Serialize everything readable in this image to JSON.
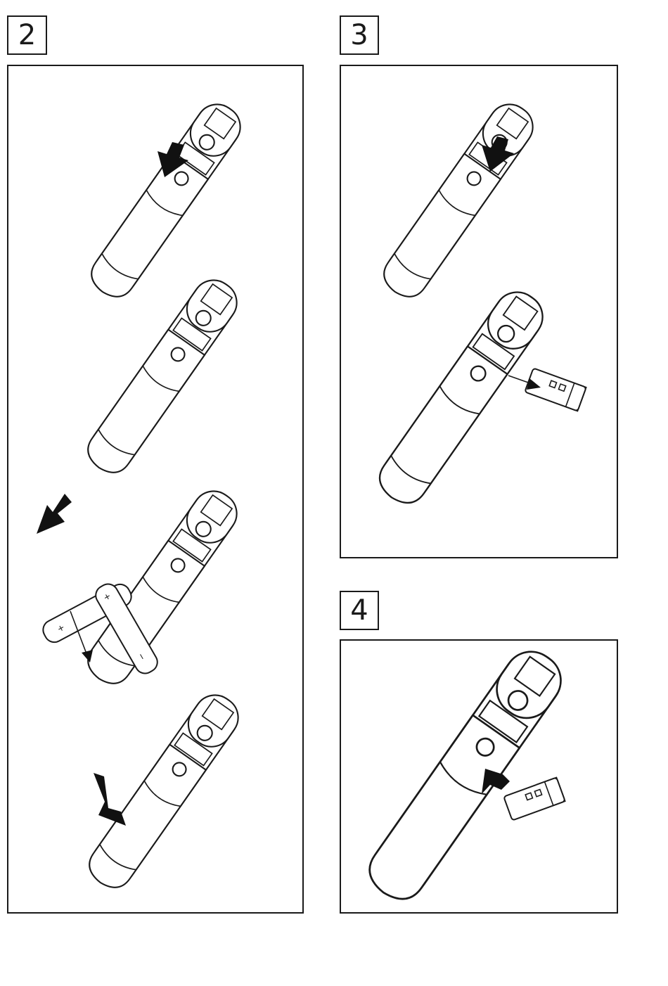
{
  "steps": [
    {
      "number": "2"
    },
    {
      "number": "3"
    },
    {
      "number": "4"
    }
  ],
  "battery_labels": {
    "plus": "+",
    "minus": "−"
  }
}
